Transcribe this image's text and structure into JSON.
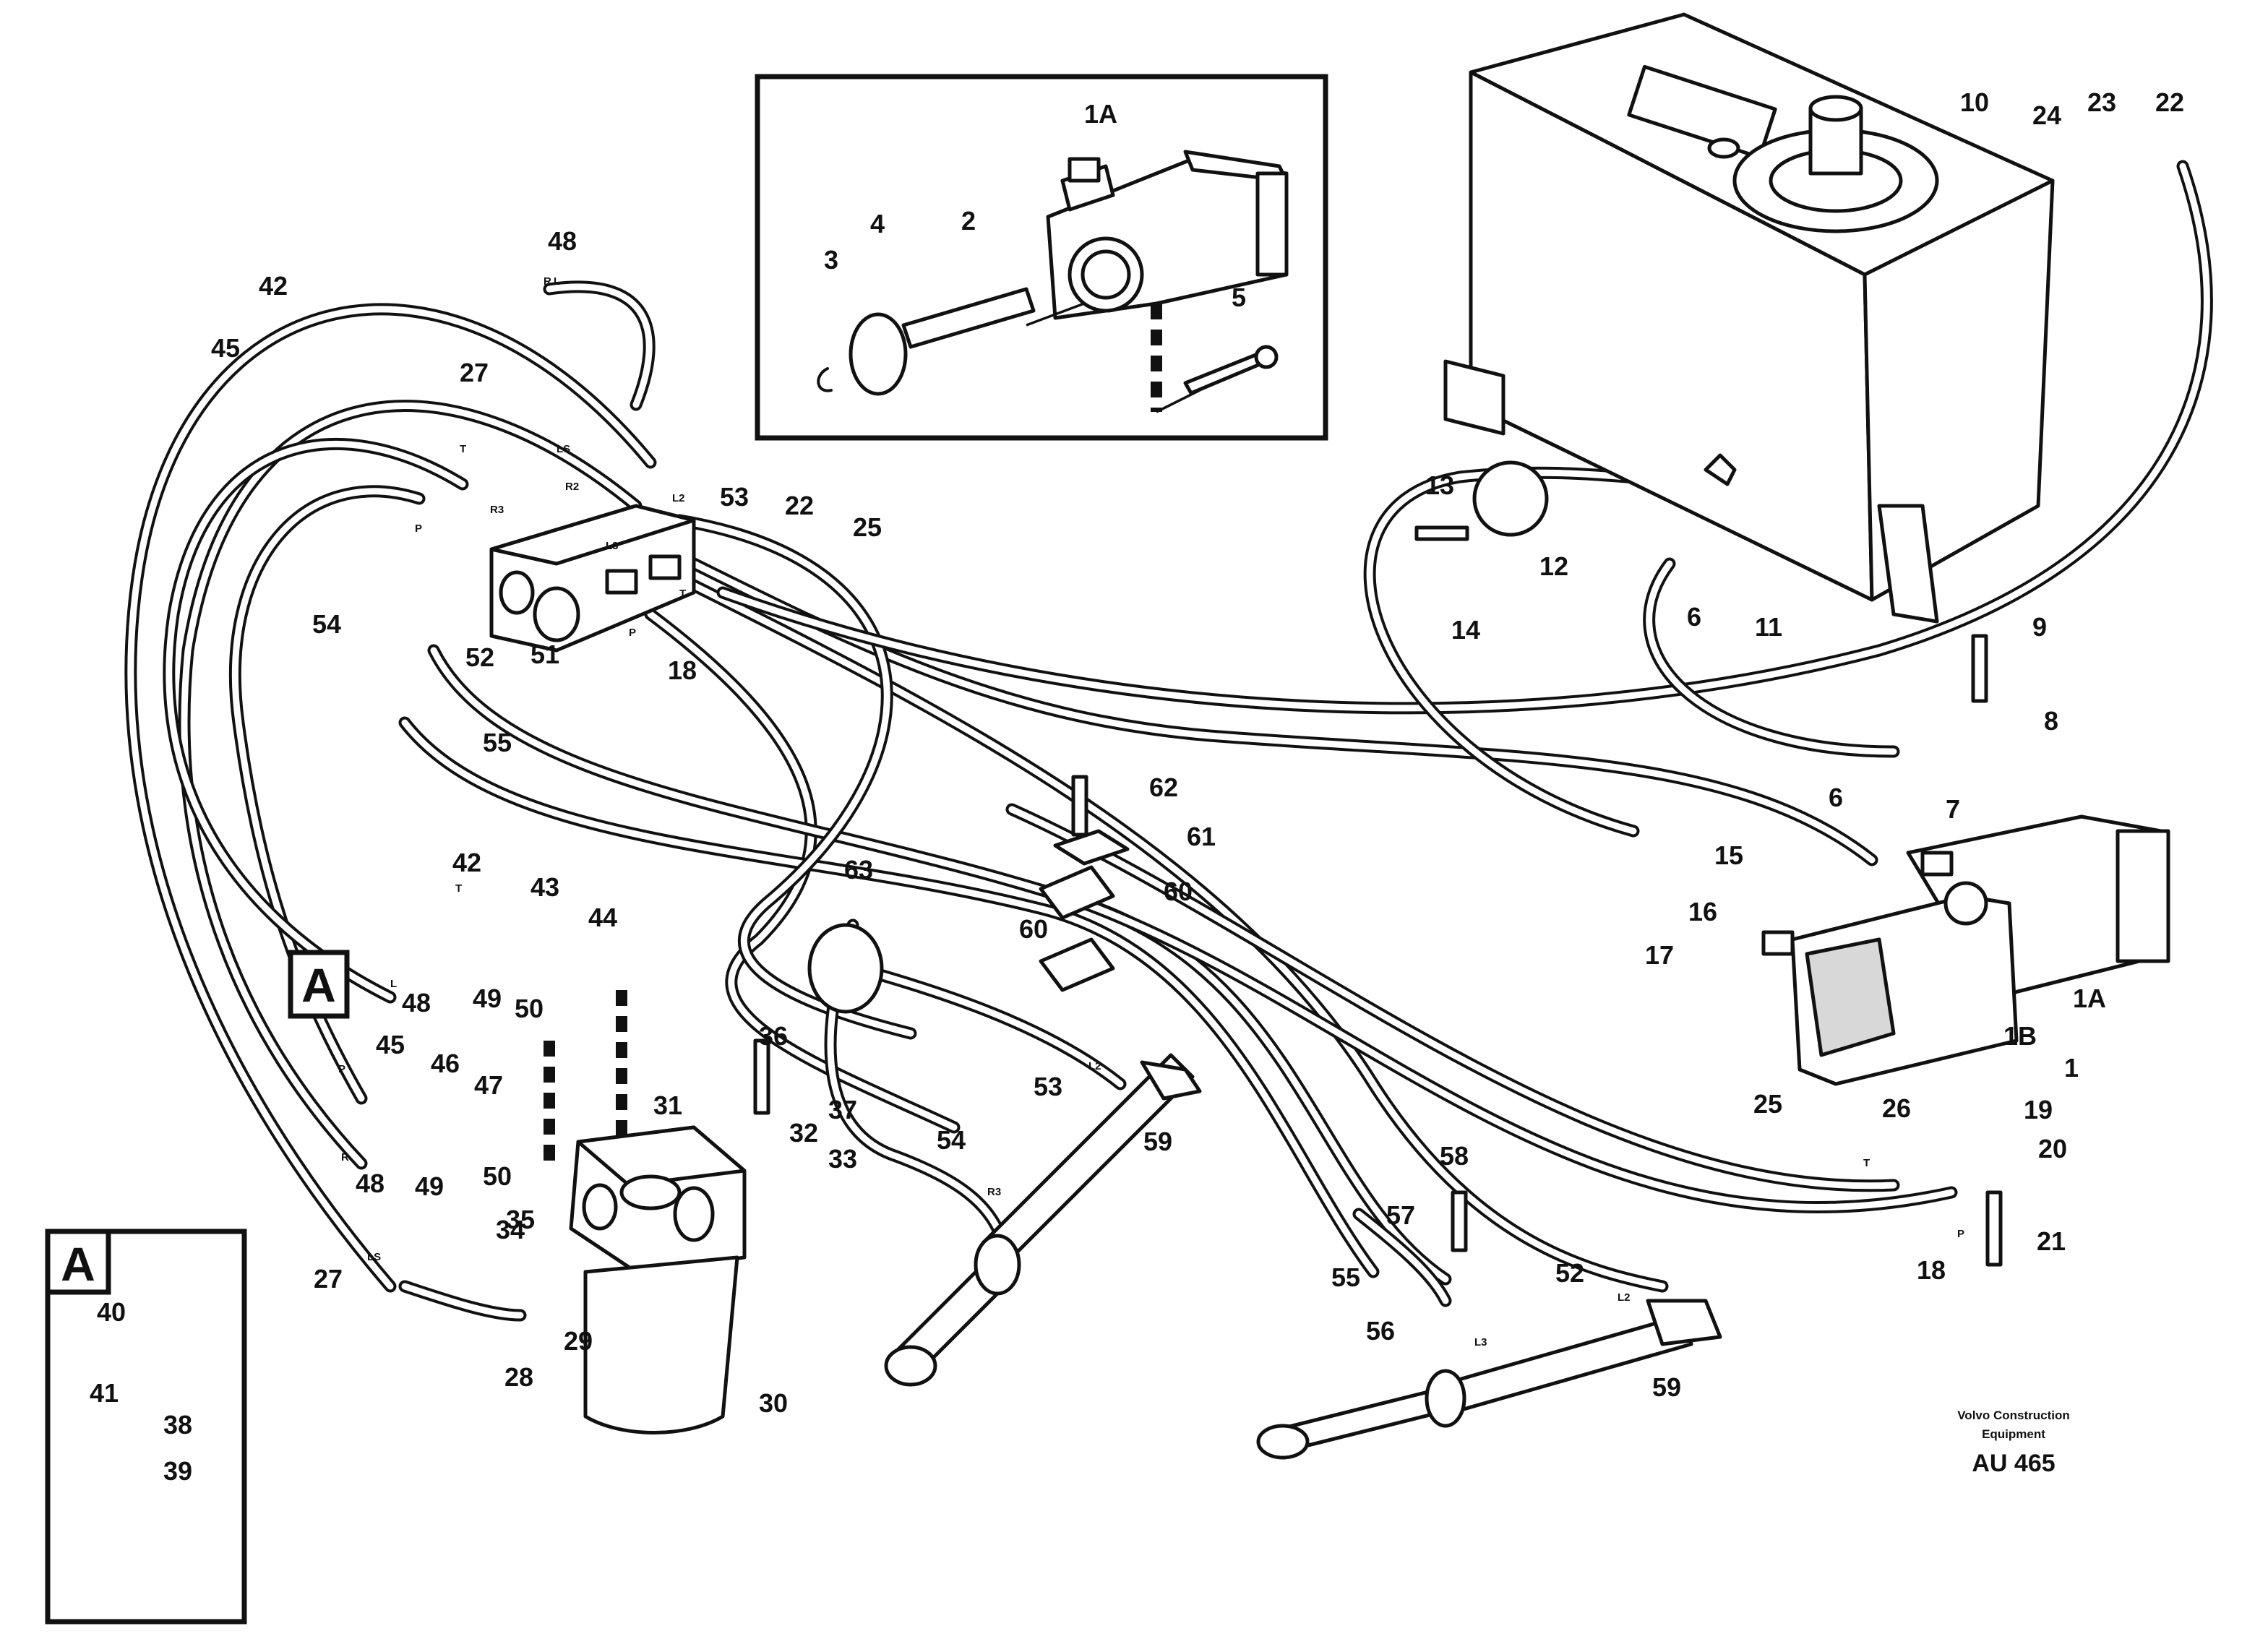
{
  "labels": [
    "1A",
    "2",
    "3",
    "4",
    "5",
    "10",
    "24",
    "23",
    "22",
    "13",
    "12",
    "6",
    "11",
    "14",
    "9",
    "8",
    "6",
    "7",
    "15",
    "16",
    "17",
    "1A",
    "1B",
    "1",
    "48",
    "42",
    "27",
    "45",
    "22",
    "53",
    "25",
    "54",
    "52",
    "51",
    "18",
    "55",
    "62",
    "61",
    "60",
    "60",
    "63",
    "42",
    "43",
    "44",
    "48",
    "49",
    "50",
    "45",
    "46",
    "47",
    "48",
    "49",
    "50",
    "36",
    "37",
    "32",
    "33",
    "31",
    "53",
    "54",
    "59",
    "58",
    "57",
    "56",
    "55",
    "52",
    "59",
    "26",
    "19",
    "25",
    "20",
    "18",
    "21",
    "34",
    "35",
    "29",
    "28",
    "30",
    "27",
    "40",
    "41",
    "38",
    "39"
  ],
  "ports": {
    "r": "R",
    "l": "L",
    "t": "T",
    "ls": "LS",
    "r2": "R2",
    "r3": "R3",
    "l2": "L2",
    "l3": "L3",
    "p": "P"
  },
  "detail_label": "A",
  "footer": {
    "company": "Volvo Construction",
    "company_line2": "Equipment",
    "code": "AU 465"
  }
}
